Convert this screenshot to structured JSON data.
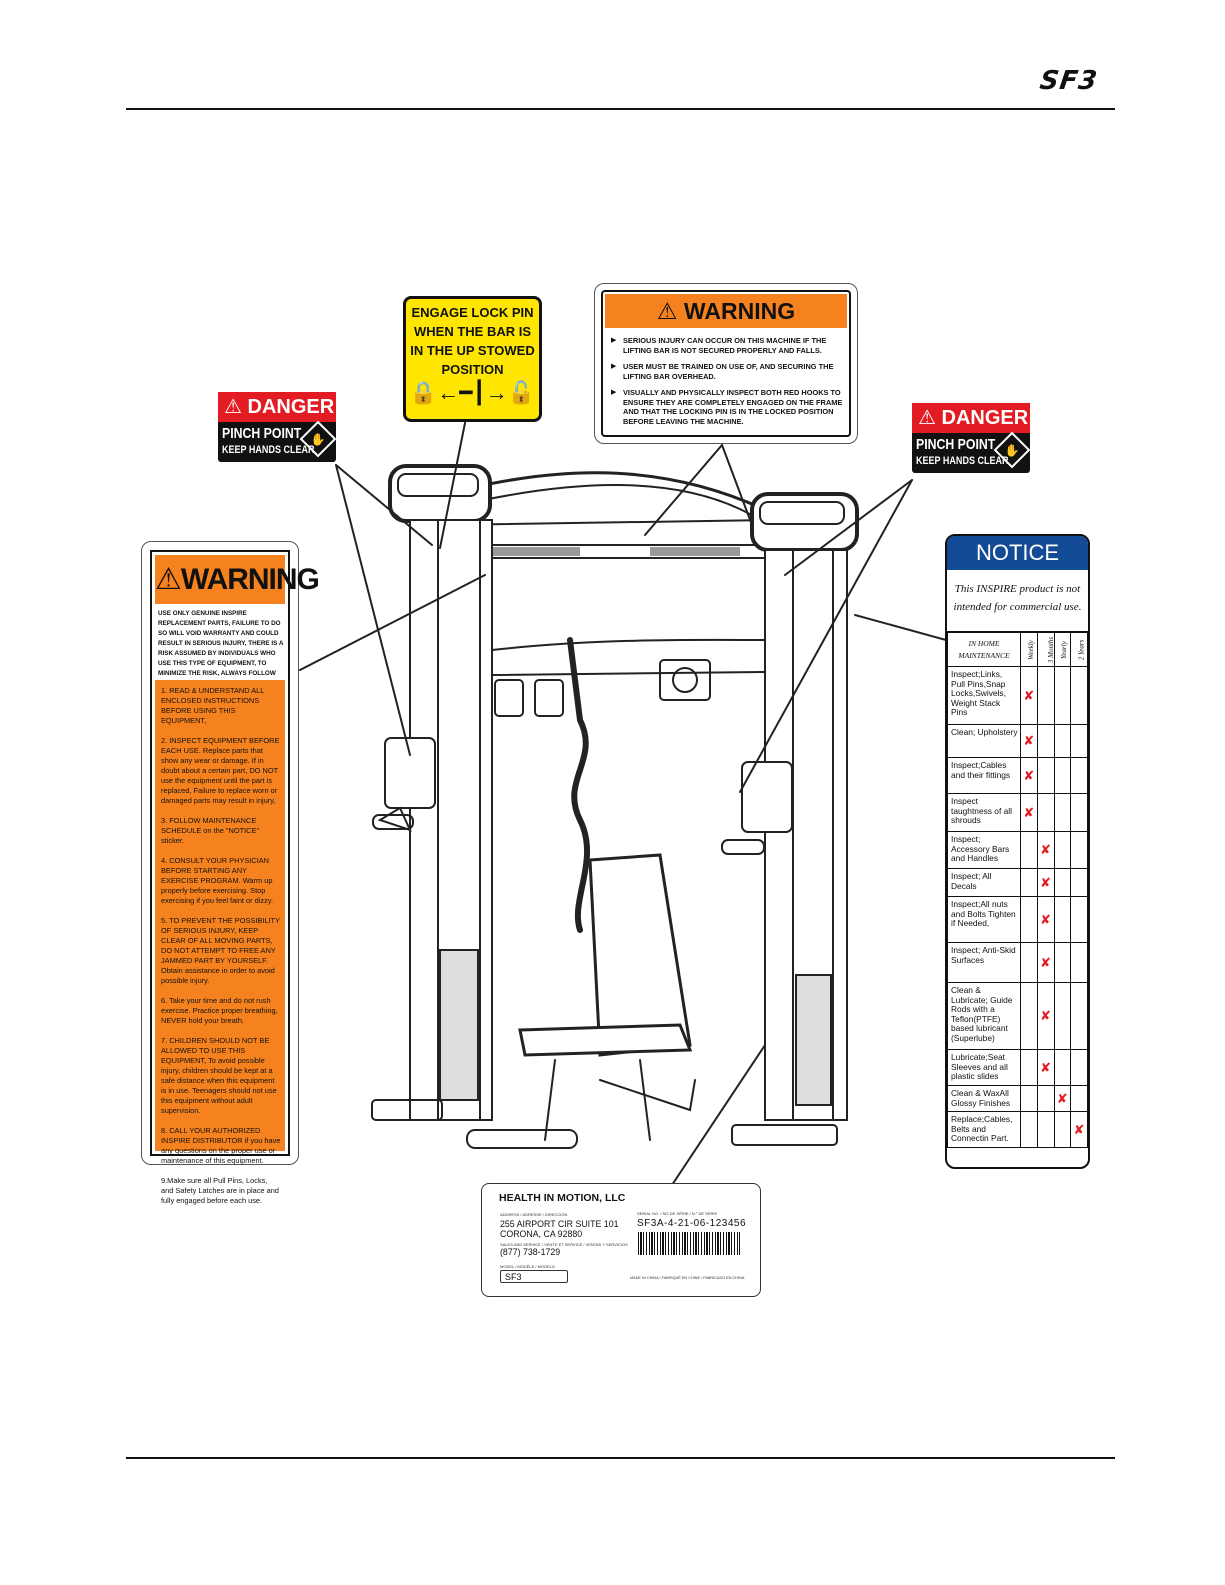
{
  "header": {
    "logo": "SF3"
  },
  "lock_pin_sticker": {
    "lines": [
      "ENGAGE LOCK PIN",
      "WHEN THE BAR IS",
      "IN THE UP STOWED",
      "POSITION"
    ],
    "icon_names": [
      "lock-closed-icon",
      "pin-icon",
      "lock-open-icon"
    ],
    "background": "#ffe600"
  },
  "warning_top": {
    "title": "WARNING",
    "items": [
      "SERIOUS INJURY CAN OCCUR ON THIS MACHINE IF THE LIFTING BAR IS NOT SECURED PROPERLY AND FALLS.",
      "USER MUST BE TRAINED ON USE OF, AND SECURING THE LIFTING BAR OVERHEAD.",
      "VISUALLY AND PHYSICALLY INSPECT BOTH RED HOOKS TO ENSURE THEY ARE COMPLETELY ENGAGED ON THE FRAME AND THAT THE LOCKING PIN IS IN THE LOCKED POSITION BEFORE LEAVING THE MACHINE."
    ],
    "accent": "#f5821f"
  },
  "danger_left": {
    "title": "DANGER",
    "line1": "PINCH POINT",
    "line2": "KEEP HANDS CLEAR"
  },
  "danger_right": {
    "title": "DANGER",
    "line1": "PINCH POINT",
    "line2": "KEEP HANDS CLEAR"
  },
  "warning_left": {
    "title": "WARNING",
    "intro": "USE ONLY GENUINE INSPIRE REPLACEMENT PARTS, FAILURE TO DO SO WILL VOID WARRANTY AND COULD RESULT IN SERIOUS INJURY, THERE IS A RISK ASSUMED BY INDIVIDUALS WHO USE THIS TYPE OF EQUIPMENT, TO MINIMIZE THE RISK, ALWAYS FOLLOW THESE RULES,",
    "rules": [
      "1. READ & UNDERSTAND ALL ENCLOSED INSTRUCTIONS BEFORE USING THIS EQUIPMENT,",
      "2. INSPECT EQUIPMENT BEFORE EACH USE. Replace parts that show any wear or damage. If in doubt about a certain part, DO NOT use the equipment until the part is replaced, Failure to replace worn or damaged parts may result in injury,",
      "3. FOLLOW MAINTENANCE SCHEDULE on the \"NOTICE\" sticker.",
      "4. CONSULT YOUR PHYSICIAN BEFORE STARTING ANY EXERCISE PROGRAM. Warm up properly before exercising. Stop exercising if you feel faint or dizzy.",
      "5. TO PREVENT THE POSSIBILITY OF SERIOUS INJURY, KEEP CLEAR OF ALL MOVING PARTS, DO NOT ATTEMPT TO FREE ANY JAMMED PART BY YOURSELF. Obtain assistance in order to avoid possible injury.",
      "6. Take your time and do not rush exercise. Practice proper breathing, NEVER hold your breath.",
      "7. CHILDREN SHOULD NOT BE ALLOWED TO USE THIS EQUIPMENT, To avoid possible injury, children should be kept at a safe distance when this equipment is in use. Teenagers should not use this equipment without adult supervision.",
      "8. CALL YOUR AUTHORIZED INSPIRE DISTRIBUTOR if you have any questions on the proper use or maintenance of this equipment.",
      "9.Make sure all Pull Pins, Locks, and Safety Latches are in place and fully engaged before each use."
    ],
    "accent": "#f5821f"
  },
  "notice": {
    "title": "NOTICE",
    "subtitle": "This INSPIRE product is not intended for commercial use.",
    "col_task": "IN HOME MAINTENANCE",
    "col_weekly": "Weekly",
    "col_3months": "3 Months",
    "col_yearly": "Yearly",
    "col_2years": "2 Years",
    "mark": "✘",
    "rows": [
      {
        "task": "Inspect;Links, Pull Pins,Snap Locks,Swivels, Weight Stack Pins",
        "freq": 0
      },
      {
        "task": "Clean; Upholstery",
        "freq": 0
      },
      {
        "task": "Inspect;Cables and their fittings",
        "freq": 0
      },
      {
        "task": "Inspect taughtness of all shrouds",
        "freq": 0
      },
      {
        "task": "Inspect; Accessory Bars and Handles",
        "freq": 1
      },
      {
        "task": "Inspect; All Decals",
        "freq": 1
      },
      {
        "task": "Inspect;All nuts and Bolts Tighten if Needed,",
        "freq": 1
      },
      {
        "task": "Inspect; Anti-Skid Surfaces",
        "freq": 1
      },
      {
        "task": "Clean & Lubricate; Guide Rods with a Teflon(PTFE) based lubricant (Superlube)",
        "freq": 1
      },
      {
        "task": "Lubricate;Seat Sleeves and all plastic slides",
        "freq": 1
      },
      {
        "task": "Clean & WaxAll Glossy Finishes",
        "freq": 2
      },
      {
        "task": "Replace;Cables, Belts and Connectin Part.",
        "freq": 3
      }
    ],
    "header_color": "#134a96",
    "mark_color": "#e31b23"
  },
  "serial_label": {
    "company": "HEALTH IN MOTION, LLC",
    "address_caption": "ADDRESS / ADRESSE / DIRECCIÓN",
    "address_line1": "255 AIRPORT CIR SUITE 101",
    "address_line2": "CORONA, CA 92880",
    "sales_caption": "SALES AND SERVICE / VENTE ET SERVICE / VENTAS Y SERVICIOS",
    "phone": "(877) 738-1729",
    "model_caption": "MODEL / MODÈLE / MODELO",
    "model": "SF3",
    "serial_caption": "SERIAL NO. / NO DE SÉRIE / N.° DE SERIE",
    "serial": "SF3A-4-21-06-123456",
    "made_in": "MADE IN CHINA / FABRIQUÉ EN CHINE / FABRICADO EN CHINA"
  }
}
